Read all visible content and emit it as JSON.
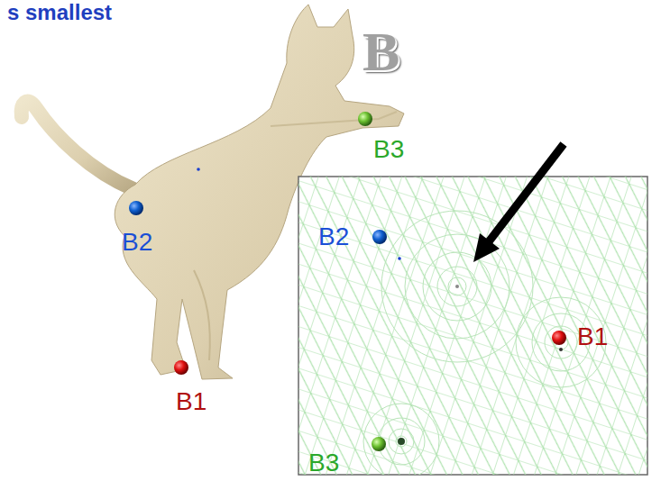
{
  "diagram": {
    "labels": [
      "s smallest",
      "B",
      "B3",
      "B2",
      "B1",
      "B2",
      "B1",
      "B3"
    ]
  }
}
